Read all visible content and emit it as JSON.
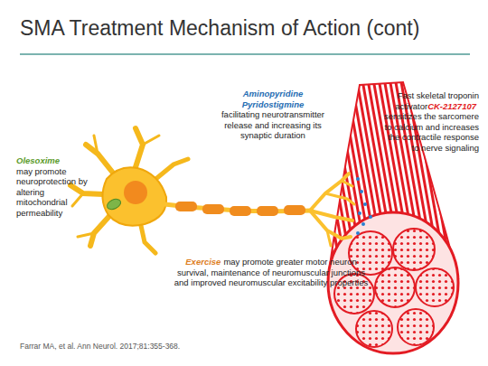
{
  "diagram": {
    "title": "SMA Treatment Mechanism of Action (cont)",
    "caption": "Farrar MA, et al. Ann Neurol. 2017;81:355-368.",
    "labels": [
      "Olesoxime",
      "may promote neuroprotection by altering mitochondrial permeability",
      "Aminopyridine",
      "Pyridostigmine",
      "facilitating neurotransmitter release and increasing its synaptic duration",
      "Fast skeletal troponin activator",
      "CK-2127107",
      "sensitizes the sarcomere to calcium and increases the contractile response to nerve signaling",
      "Exercise",
      "may promote greater motor neuron survival, maintenance of neuromuscular junctions and improved neuromuscular excitability properties"
    ]
  }
}
